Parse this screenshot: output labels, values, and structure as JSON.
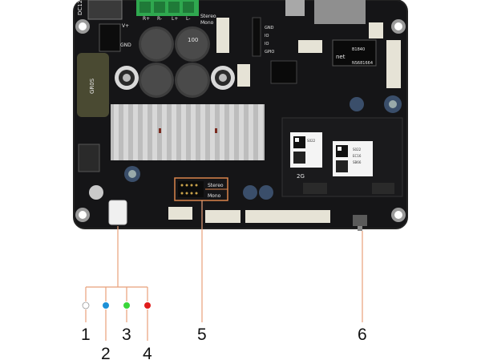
{
  "board": {
    "terminal_labels": [
      "R+",
      "R-",
      "L+",
      "L-"
    ],
    "terminal_side_labels": [
      "Stereo",
      "Mono"
    ],
    "left_edge_label": "DC12",
    "power_labels": [
      "V+",
      "GND"
    ],
    "gpio_labels": [
      "GND",
      "IO",
      "IO",
      "GPIO"
    ],
    "coil_text": "100",
    "inductor_text": "GR0S",
    "jumper_labels": [
      "Stereo",
      "Mono"
    ],
    "module_chip_text": [
      "B1840",
      "NS681664"
    ],
    "module_logo_text": "net",
    "qr_text": [
      "S022",
      "EC16",
      "SB66"
    ],
    "wifi_label": "2G"
  },
  "callouts": [
    {
      "label": "1",
      "led_color": "#ffffff"
    },
    {
      "label": "2",
      "led_color": "#1e90d6"
    },
    {
      "label": "3",
      "led_color": "#3ad63a"
    },
    {
      "label": "4",
      "led_color": "#e01c1c"
    },
    {
      "label": "5"
    },
    {
      "label": "6"
    }
  ],
  "colors": {
    "pcb": "#141416",
    "callout_line": "#e8a07a",
    "jumper_box": "#d9844c",
    "terminal": "#2fa84f"
  }
}
